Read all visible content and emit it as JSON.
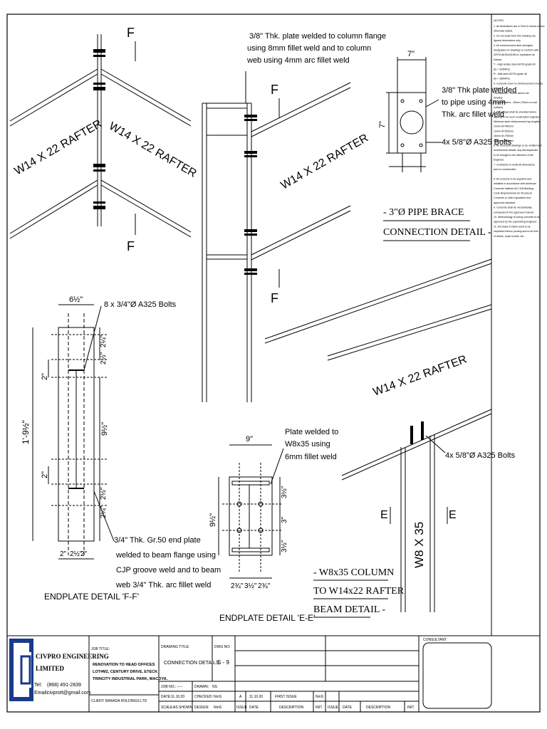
{
  "drawing": {
    "section_marks": {
      "f": "F",
      "e": "E"
    },
    "rafter_label": "W14 X 22 RAFTER",
    "column_label": "W8 X 35",
    "annotations": {
      "plate_weld_top": [
        "3/8\" Thk. plate welded to column flange",
        "using 8mm fillet weld and to column",
        "web using 4mm arc fillet weld"
      ],
      "pipe_plate": [
        "3/8\" Thk plate welded",
        "to pipe using 4mm",
        "Thk. arc fillet weld"
      ],
      "pipe_bolts": "4x 5/8\"Ø A325 Bolts",
      "endplate_bolts": "8 x 3/4\"Ø A325 Bolts",
      "endplate_note": [
        "3/4\" Thk. Gr.50 end plate",
        "welded to beam flange using",
        "CJP groove weld and to beam",
        "web 3/4\" Thk. arc fillet weld"
      ],
      "plate_w8": [
        "Plate welded to",
        "W8x35 using",
        "6mm fillet weld"
      ],
      "col_bolts": "4x 5/8\"Ø A325 Bolts"
    },
    "dims": {
      "pipe_w": "7\"",
      "pipe_h": "7\"",
      "ff_width": "6½\"",
      "ff_total": "1'-9½\"",
      "ff_web": "9½\"",
      "ff_2a": "2\"",
      "ff_2b": "2\"",
      "ff_r1": "2¼\"",
      "ff_r2": "2½\"",
      "ff_r3": "2½\"",
      "ff_r4": "2¼\"",
      "ff_b1": "2\"",
      "ff_b2": "2½\"",
      "ff_b3": "2\"",
      "ee_width": "9\"",
      "ee_h": "9½\"",
      "ee_r1": "3½\"",
      "ee_r2": "3\"",
      "ee_r3": "3½\"",
      "ee_b1": "2¾\"",
      "ee_b2": "3½\"",
      "ee_b3": "2¾\""
    },
    "titles": {
      "pipe": [
        "- 3\"Ø PIPE BRACE",
        "CONNECTION DETAIL -"
      ],
      "col": [
        "- W8x35 COLUMN",
        "TO W14x22 RAFTER",
        "BEAM DETAIL -"
      ],
      "ff": "ENDPLATE DETAIL 'F-F'",
      "ee": "ENDPLATE DETAIL 'E-E'"
    }
  },
  "notes": {
    "heading": "NOTES:",
    "lines": [
      "1. All dimensions are in Feet & Inches unless",
      "   otherwise stated.",
      "2. Do not scale from this drawing use",
      "   figured dimensions only.",
      "3. All reinforcement steel strengths",
      "   designated on drawings to conform with",
      "   ASTM A615/A615M or equivalent as",
      "   follows:",
      "   T - High tensile steel ASTM grade 60",
      "       (fy = 420MPa)",
      "   R - Mild steel ASTM grade 40",
      "       (fy = 280MPa)",
      "4. Concrete cover to reinforcement to be as",
      "   follows:",
      "   Foundations - 50mm above ext.",
      "   blinding",
      "   Ground Beams - 50mm (75mm on soil",
      "   surface)",
      "5. Rebar laps shall be provided where",
      "   applicable for such construction logistics.",
      "   Minimum steel reinforcement lap lengths:",
      "   10mm Ø=450mm",
      "   12mm Ø=500mm",
      "   16mm Ø=750mm",
      "   20mm Ø=900mm",
      "6. All structural drawings to be verified with",
      "   Architectural details. Any discrepancies",
      "   to be brought to the attention of the",
      "   Engineer.",
      "7. Contractor to verify all dimensions",
      "   prior to construction.",
      "",
      "8. All concrete to be supplied and",
      "   installed in accordance with American",
      "   Concrete Institute ACI 318 Building",
      "   Code Requirements for Structural",
      "   Concrete or other equivalent and",
      "   approved standard.",
      "9. Concrete shall be mechanically",
      "   compacted in the approved manner.",
      "10. Methodology of curing concrete to be",
      "    approved by the supervising Engineer.",
      "11. All rebars in blank work to be",
      "    inspected before pouring and to be free",
      "    of debris, loose mortar, etc."
    ]
  },
  "title_block": {
    "company": [
      "CIVPRO ENGINEERING",
      "LIMITED"
    ],
    "tel_label": "Tel:",
    "tel": "(868) 491-2839",
    "email_label": "Email:",
    "email": "civprott@gmail.com",
    "job_title_label": "JOB TITLE:",
    "job_title": [
      "RENOVATION TO HEAD OFFICES",
      "LOT#M2, CENTURY DRIVE, ETECK",
      "TRINCITY INDUSTRIAL PARK, MACOYA."
    ],
    "client_label": "CLIENT:",
    "client": "BARADA HOLDINGS LTD",
    "drawing_title_label": "DRAWING TITLE:",
    "drawing_title": "CONNECTION DETAILS",
    "dwg_no_label": "DWG NO:",
    "dwg_no": "S - 9",
    "job_no_label": "JOB NO.:",
    "job_no": "-----",
    "drawn_label": "DRAWN:",
    "drawn": "NS",
    "date_label": "DATE:",
    "date": "11.10.20",
    "checked_label": "CHECKED:",
    "checked": "NmS",
    "scale_label": "SCALE:",
    "scale": "AS SHOWN",
    "design_label": "DESIGN:",
    "design": "NmS",
    "rev": {
      "issue": "A",
      "date": "11.10.20",
      "desc": "FIRST ISSUE",
      "init": "NmS"
    },
    "headers": {
      "issue": "ISSUE",
      "date": "DATE",
      "desc": "DESCRIPTION",
      "init": "INIT."
    },
    "consultant_label": "CONSULTANT"
  }
}
